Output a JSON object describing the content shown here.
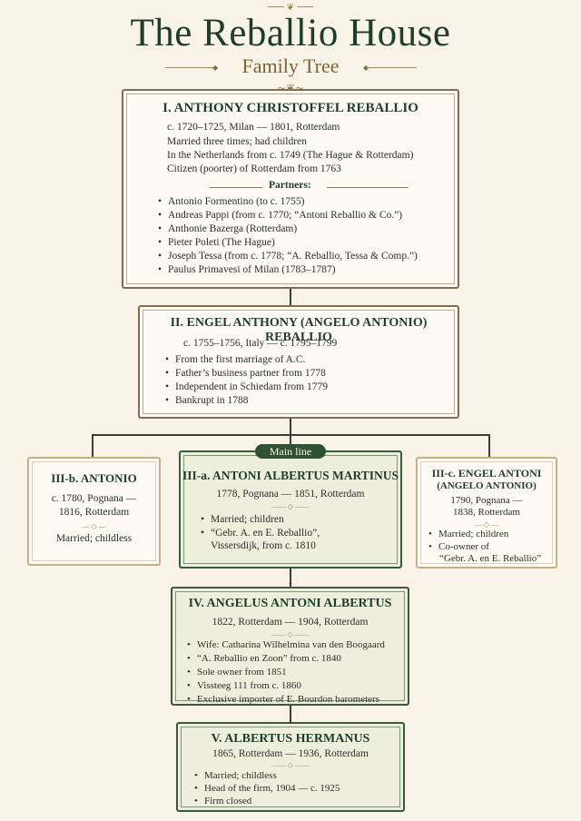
{
  "header": {
    "title": "The Reballio House",
    "subtitle": "Family Tree"
  },
  "gen1": {
    "title": "I. ANTHONY CHRISTOFFEL REBALLIO",
    "lines": [
      "c. 1720–1725, Milan — 1801, Rotterdam",
      "Married three times; had children",
      "In the Netherlands from c. 1749 (The Hague & Rotterdam)",
      "Citizen (poorter) of Rotterdam from 1763"
    ],
    "partners_label": "Partners:",
    "partners": [
      "Antonio Formentino (to c. 1755)",
      "Andreas Pappi (from c. 1770; “Antoni Reballio & Co.”)",
      "Anthonie Bazerga (Rotterdam)",
      "Pieter Poleti (The Hague)",
      "Joseph Tessa (from c. 1778; “A. Reballio, Tessa & Comp.”)",
      "Paulus Primavesi of Milan (1783–1787)"
    ]
  },
  "gen2": {
    "title": "II. ENGEL ANTHONY (ANGELO ANTONIO) REBALLIO",
    "dates": "c. 1755–1756, Italy — c. 1795–1799",
    "bullets": [
      "From the first marriage of A.C.",
      "Father’s business partner from 1778",
      "Independent in Schiedam from 1779",
      "Bankrupt in 1788"
    ]
  },
  "main_line_label": "Main line",
  "gen3b": {
    "title": "III-b. ANTONIO",
    "dates_1": "c. 1780, Pognana —",
    "dates_2": "1816, Rotterdam",
    "note": "Married; childless"
  },
  "gen3a": {
    "title": "III-a. ANTONI ALBERTUS MARTINUS",
    "dates": "1778, Pognana — 1851, Rotterdam",
    "bullets": [
      "Married; children",
      "“Gebr. A. en E. Reballio”,"
    ],
    "bullet_cont": "Vissersdijk, from c. 1810"
  },
  "gen3c": {
    "title_1": "III-c. ENGEL ANTONI",
    "title_2": "(ANGELO ANTONIO)",
    "dates_1": "1790, Pognana —",
    "dates_2": "1838, Rotterdam",
    "bullets": [
      "Married; children",
      "Co-owner of"
    ],
    "bullet_cont": "“Gebr. A. en E. Reballio”"
  },
  "gen4": {
    "title": "IV. ANGELUS ANTONI ALBERTUS",
    "dates": "1822, Rotterdam — 1904, Rotterdam",
    "bullets": [
      "Wife: Catharina Wilhelmina van den Boogaard",
      "“A. Reballio en Zoon” from c. 1840",
      "Sole owner from 1851",
      "Vissteeg 111 from c. 1860",
      "Exclusive importer of E. Bourdon barometers"
    ]
  },
  "gen5": {
    "title": "V. ALBERTUS HERMANUS",
    "dates": "1865, Rotterdam — 1936, Rotterdam",
    "bullets": [
      "Married; childless",
      "Head of the firm, 1904 — c. 1925",
      "Firm closed"
    ]
  },
  "colors": {
    "background": "#f8f3e6",
    "title": "#1f3d2b",
    "main_line_fill": "#edeedb",
    "badge": "#2f5233",
    "gold": "#9a7b46"
  }
}
